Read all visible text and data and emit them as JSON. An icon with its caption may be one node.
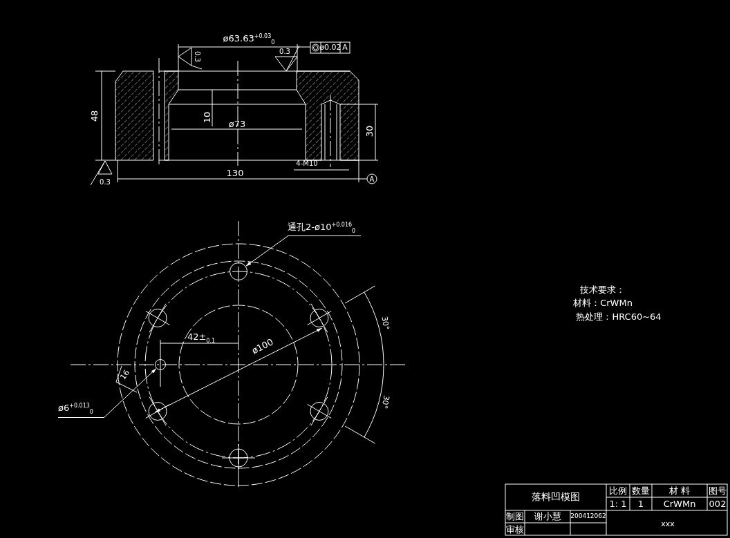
{
  "diagram": {
    "nodes": [
      {
        "text": [
          "通孔2-ø10$^{+0.016}$$_{0}$"
        ]
      },
      {
        "text": [],
        "shape": "circle"
      },
      {
        "text": [
          "ø6$^{+0.013}$$_{0}$"
        ]
      },
      {
        "text": [],
        "shape": "circle"
      }
    ],
    "edges": [
      {
        "from": 0,
        "to": 1,
        "arrow": "to"
      },
      {
        "from": 2,
        "to": 3,
        "arrow": "to"
      }
    ],
    "labels": [
      "ø63.63$^{+0.03}$$_{0}$",
      "ø0.02",
      "A",
      "0.3",
      "0.3",
      "48",
      "10",
      "ø73",
      "30",
      "4-M10",
      "130",
      "0.3",
      "A",
      "42±$_{0.1}$",
      "ø100",
      "16",
      "30°",
      "30°",
      "技术要求：",
      "材料：CrWMn",
      "热处理：HRC60~64",
      "落料凹模图",
      "比例",
      "数量",
      "材 料",
      "图号",
      "1: 1",
      "1",
      "CrWMn",
      "002",
      "制图",
      "谢小慧",
      "200412062",
      "审核",
      "xxx"
    ]
  }
}
